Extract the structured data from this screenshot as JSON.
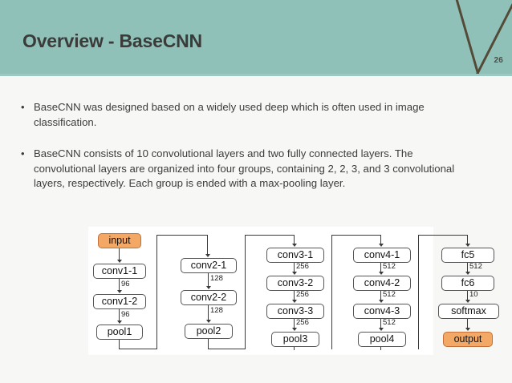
{
  "header": {
    "title": "Overview - BaseCNN",
    "page_number": "26",
    "teal_color": "#90C1B9",
    "deco_color": "#534B38",
    "title_color": "#3B3B39"
  },
  "bullets": [
    {
      "marker": "•",
      "text": "BaseCNN was designed based on a widely used deep which is often used in image classification."
    },
    {
      "marker": "•",
      "text": "BaseCNN consists of 10 convolutional layers and two fully connected layers. The convolutional layers are organized into four groups, containing 2, 2, 3, and 3 convolutional layers, respectively. Each group is ended with a max-pooling layer."
    }
  ],
  "diagram": {
    "accent_color": "#F3A965",
    "node_border_color": "#555555",
    "groups": [
      {
        "name": "group-1",
        "nodes": [
          {
            "label": "input",
            "accent": true
          },
          {
            "label": "conv1-1",
            "accent": false
          },
          {
            "label": "conv1-2",
            "accent": false
          },
          {
            "label": "pool1",
            "accent": false
          }
        ],
        "edge_labels": [
          "96",
          "96"
        ]
      },
      {
        "name": "group-2",
        "nodes": [
          {
            "label": "conv2-1",
            "accent": false
          },
          {
            "label": "conv2-2",
            "accent": false
          },
          {
            "label": "pool2",
            "accent": false
          }
        ],
        "edge_labels": [
          "128",
          "128"
        ]
      },
      {
        "name": "group-3",
        "nodes": [
          {
            "label": "conv3-1",
            "accent": false
          },
          {
            "label": "conv3-2",
            "accent": false
          },
          {
            "label": "conv3-3",
            "accent": false
          },
          {
            "label": "pool3",
            "accent": false
          }
        ],
        "edge_labels": [
          "256",
          "256",
          "256"
        ]
      },
      {
        "name": "group-4",
        "nodes": [
          {
            "label": "conv4-1",
            "accent": false
          },
          {
            "label": "conv4-2",
            "accent": false
          },
          {
            "label": "conv4-3",
            "accent": false
          },
          {
            "label": "pool4",
            "accent": false
          }
        ],
        "edge_labels": [
          "512",
          "512",
          "512"
        ]
      },
      {
        "name": "group-5",
        "nodes": [
          {
            "label": "fc5",
            "accent": false
          },
          {
            "label": "fc6",
            "accent": false
          },
          {
            "label": "softmax",
            "accent": false
          },
          {
            "label": "output",
            "accent": true
          }
        ],
        "edge_labels": [
          "512",
          "10"
        ]
      }
    ]
  }
}
